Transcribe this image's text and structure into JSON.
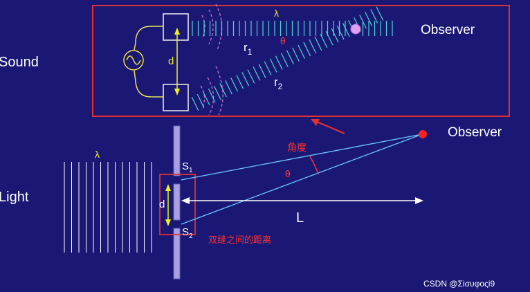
{
  "labels": {
    "sound": "Sound",
    "light": "Light",
    "observer_top": "Observer",
    "observer_bottom": "Observer",
    "lambda_top": "λ",
    "lambda_bottom": "λ",
    "theta_top": "θ",
    "theta_bottom": "θ",
    "r1": "r",
    "r1_sub": "1",
    "r2": "r",
    "r2_sub": "2",
    "d_top": "d",
    "d_bottom": "d",
    "L": "L",
    "s1": "S",
    "s1_sub": "1",
    "s2": "S",
    "s2_sub": "2",
    "angle_cn": "角度",
    "slit_distance_cn": "双缝之间的距离",
    "watermark": "CSDN @Σiσυφοςi9"
  },
  "colors": {
    "background": "#1a1874",
    "highlight_red": "#e03030",
    "wave_cyan": "#4fd8d0",
    "light_blue": "#6ec8ff",
    "arc_pink": "#d070c8",
    "dim_yellow": "#f0f020",
    "source_box": "#f0f0f0",
    "barrier_purple": "#a8a0e0",
    "observer_dot": "#ff2020",
    "text_white": "#ffffff",
    "annotation_red": "#ff3030"
  },
  "icons": {
    "ac_source": "sine-wave-generator-icon",
    "observer": "observer-dot-icon"
  }
}
